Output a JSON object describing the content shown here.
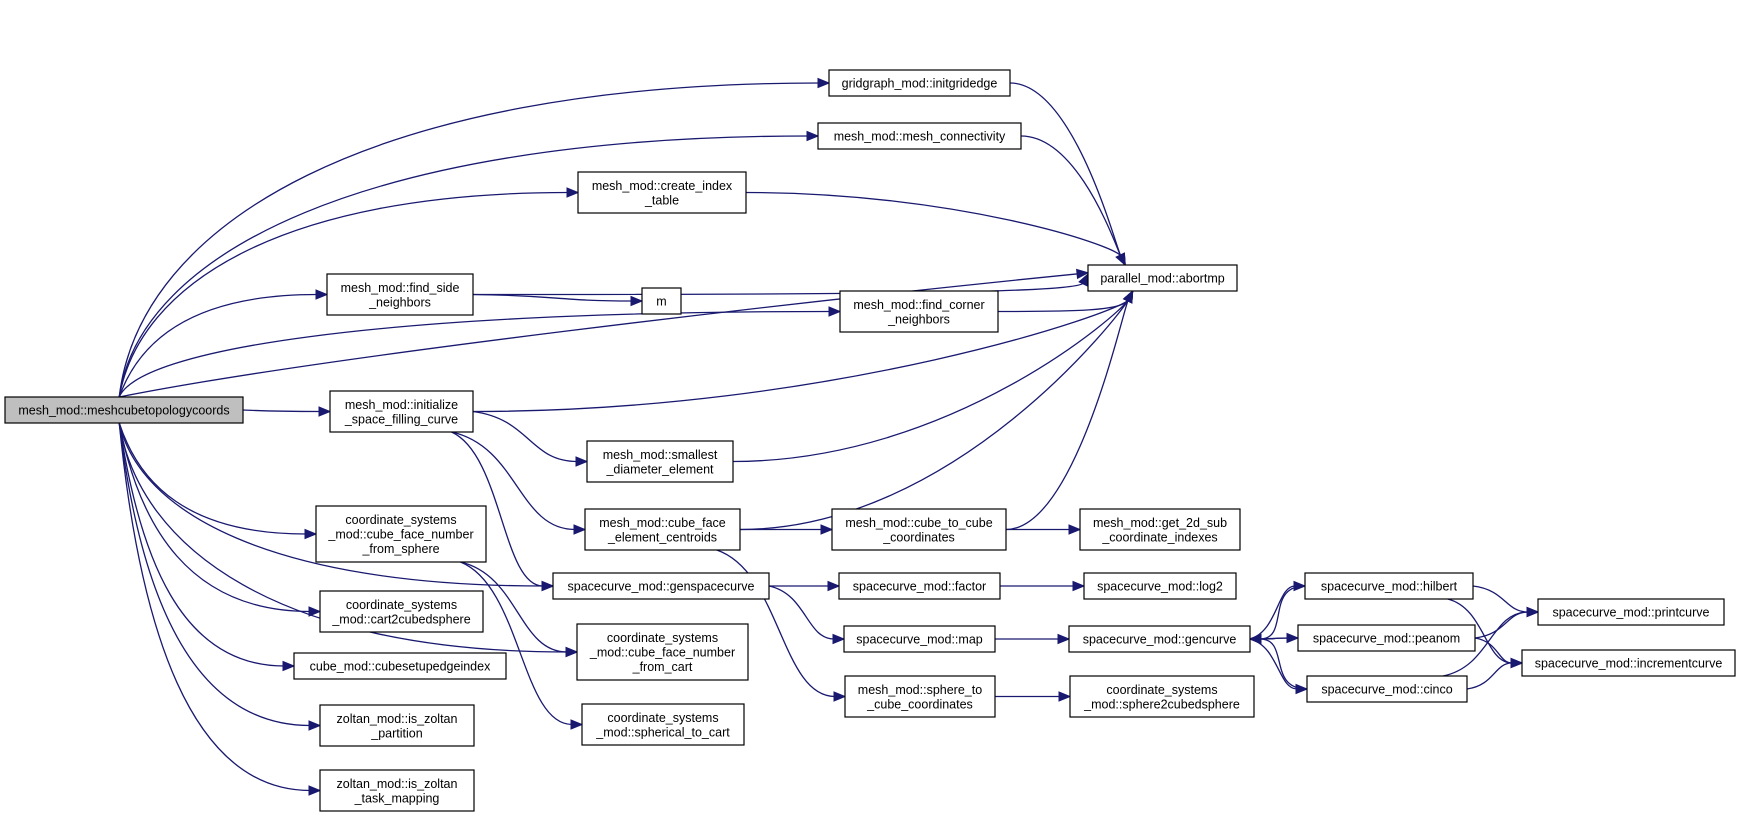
{
  "colors": {
    "edge": "#191970",
    "node_border": "#000000",
    "root_fill": "#bfbfbf",
    "node_fill": "#ffffff"
  },
  "nodes": [
    {
      "id": "root",
      "lines": [
        "mesh_mod::meshcubetopologycoords"
      ],
      "root": true
    },
    {
      "id": "initgridedge",
      "lines": [
        "gridgraph_mod::initgridedge"
      ]
    },
    {
      "id": "mesh_connectivity",
      "lines": [
        "mesh_mod::mesh_connectivity"
      ]
    },
    {
      "id": "create_index_table",
      "lines": [
        "mesh_mod::create_index",
        "_table"
      ]
    },
    {
      "id": "abortmp",
      "lines": [
        "parallel_mod::abortmp"
      ]
    },
    {
      "id": "find_side_neighbors",
      "lines": [
        "mesh_mod::find_side",
        "_neighbors"
      ]
    },
    {
      "id": "m",
      "lines": [
        "m"
      ]
    },
    {
      "id": "find_corner_neighbors",
      "lines": [
        "mesh_mod::find_corner",
        "_neighbors"
      ]
    },
    {
      "id": "initialize_sfc",
      "lines": [
        "mesh_mod::initialize",
        "_space_filling_curve"
      ]
    },
    {
      "id": "smallest_diameter",
      "lines": [
        "mesh_mod::smallest",
        "_diameter_element"
      ]
    },
    {
      "id": "cube_face_from_sphere",
      "lines": [
        "coordinate_systems",
        "_mod::cube_face_number",
        "_from_sphere"
      ]
    },
    {
      "id": "cube_face_centroids",
      "lines": [
        "mesh_mod::cube_face",
        "_element_centroids"
      ]
    },
    {
      "id": "cube_to_cube",
      "lines": [
        "mesh_mod::cube_to_cube",
        "_coordinates"
      ]
    },
    {
      "id": "get_2d_sub",
      "lines": [
        "mesh_mod::get_2d_sub",
        "_coordinate_indexes"
      ]
    },
    {
      "id": "cart2cubedsphere",
      "lines": [
        "coordinate_systems",
        "_mod::cart2cubedsphere"
      ]
    },
    {
      "id": "genspacecurve",
      "lines": [
        "spacecurve_mod::genspacecurve"
      ]
    },
    {
      "id": "factor",
      "lines": [
        "spacecurve_mod::factor"
      ]
    },
    {
      "id": "log2",
      "lines": [
        "spacecurve_mod::log2"
      ]
    },
    {
      "id": "hilbert",
      "lines": [
        "spacecurve_mod::hilbert"
      ]
    },
    {
      "id": "printcurve",
      "lines": [
        "spacecurve_mod::printcurve"
      ]
    },
    {
      "id": "cube_face_from_cart",
      "lines": [
        "coordinate_systems",
        "_mod::cube_face_number",
        "_from_cart"
      ]
    },
    {
      "id": "map",
      "lines": [
        "spacecurve_mod::map"
      ]
    },
    {
      "id": "gencurve",
      "lines": [
        "spacecurve_mod::gencurve"
      ]
    },
    {
      "id": "peanom",
      "lines": [
        "spacecurve_mod::peanom"
      ]
    },
    {
      "id": "incrementcurve",
      "lines": [
        "spacecurve_mod::incrementcurve"
      ]
    },
    {
      "id": "cubesetupedgeindex",
      "lines": [
        "cube_mod::cubesetupedgeindex"
      ]
    },
    {
      "id": "sphere_to_cube",
      "lines": [
        "mesh_mod::sphere_to",
        "_cube_coordinates"
      ]
    },
    {
      "id": "sphere2cubedsphere",
      "lines": [
        "coordinate_systems",
        "_mod::sphere2cubedsphere"
      ]
    },
    {
      "id": "cinco",
      "lines": [
        "spacecurve_mod::cinco"
      ]
    },
    {
      "id": "spherical_to_cart",
      "lines": [
        "coordinate_systems",
        "_mod::spherical_to_cart"
      ]
    },
    {
      "id": "is_zoltan_partition",
      "lines": [
        "zoltan_mod::is_zoltan",
        "_partition"
      ]
    },
    {
      "id": "is_zoltan_task_mapping",
      "lines": [
        "zoltan_mod::is_zoltan",
        "_task_mapping"
      ]
    }
  ],
  "edges": [
    [
      "root",
      "initgridedge"
    ],
    [
      "root",
      "mesh_connectivity"
    ],
    [
      "root",
      "create_index_table"
    ],
    [
      "root",
      "find_side_neighbors"
    ],
    [
      "root",
      "find_corner_neighbors"
    ],
    [
      "root",
      "initialize_sfc"
    ],
    [
      "root",
      "cube_face_from_sphere"
    ],
    [
      "root",
      "cart2cubedsphere"
    ],
    [
      "root",
      "cube_face_from_cart"
    ],
    [
      "root",
      "cubesetupedgeindex"
    ],
    [
      "root",
      "is_zoltan_partition"
    ],
    [
      "root",
      "is_zoltan_task_mapping"
    ],
    [
      "root",
      "abortmp"
    ],
    [
      "root",
      "genspacecurve"
    ],
    [
      "initgridedge",
      "abortmp"
    ],
    [
      "mesh_connectivity",
      "abortmp"
    ],
    [
      "create_index_table",
      "abortmp"
    ],
    [
      "find_side_neighbors",
      "abortmp"
    ],
    [
      "find_side_neighbors",
      "m"
    ],
    [
      "find_corner_neighbors",
      "abortmp"
    ],
    [
      "initialize_sfc",
      "abortmp"
    ],
    [
      "initialize_sfc",
      "smallest_diameter"
    ],
    [
      "initialize_sfc",
      "cube_face_centroids"
    ],
    [
      "initialize_sfc",
      "genspacecurve"
    ],
    [
      "smallest_diameter",
      "abortmp"
    ],
    [
      "cube_face_centroids",
      "abortmp"
    ],
    [
      "cube_face_centroids",
      "cube_to_cube"
    ],
    [
      "cube_face_centroids",
      "sphere_to_cube"
    ],
    [
      "cube_to_cube",
      "abortmp"
    ],
    [
      "cube_to_cube",
      "get_2d_sub"
    ],
    [
      "cube_face_from_sphere",
      "cube_face_from_cart"
    ],
    [
      "cube_face_from_sphere",
      "spherical_to_cart"
    ],
    [
      "genspacecurve",
      "factor"
    ],
    [
      "genspacecurve",
      "map"
    ],
    [
      "factor",
      "log2"
    ],
    [
      "map",
      "gencurve"
    ],
    [
      "sphere_to_cube",
      "sphere2cubedsphere"
    ],
    [
      "gencurve",
      "hilbert"
    ],
    [
      "gencurve",
      "peanom"
    ],
    [
      "gencurve",
      "cinco"
    ],
    [
      "hilbert",
      "gencurve"
    ],
    [
      "hilbert",
      "printcurve"
    ],
    [
      "hilbert",
      "incrementcurve"
    ],
    [
      "peanom",
      "gencurve"
    ],
    [
      "peanom",
      "printcurve"
    ],
    [
      "peanom",
      "incrementcurve"
    ],
    [
      "cinco",
      "gencurve"
    ],
    [
      "cinco",
      "printcurve"
    ],
    [
      "cinco",
      "incrementcurve"
    ]
  ]
}
